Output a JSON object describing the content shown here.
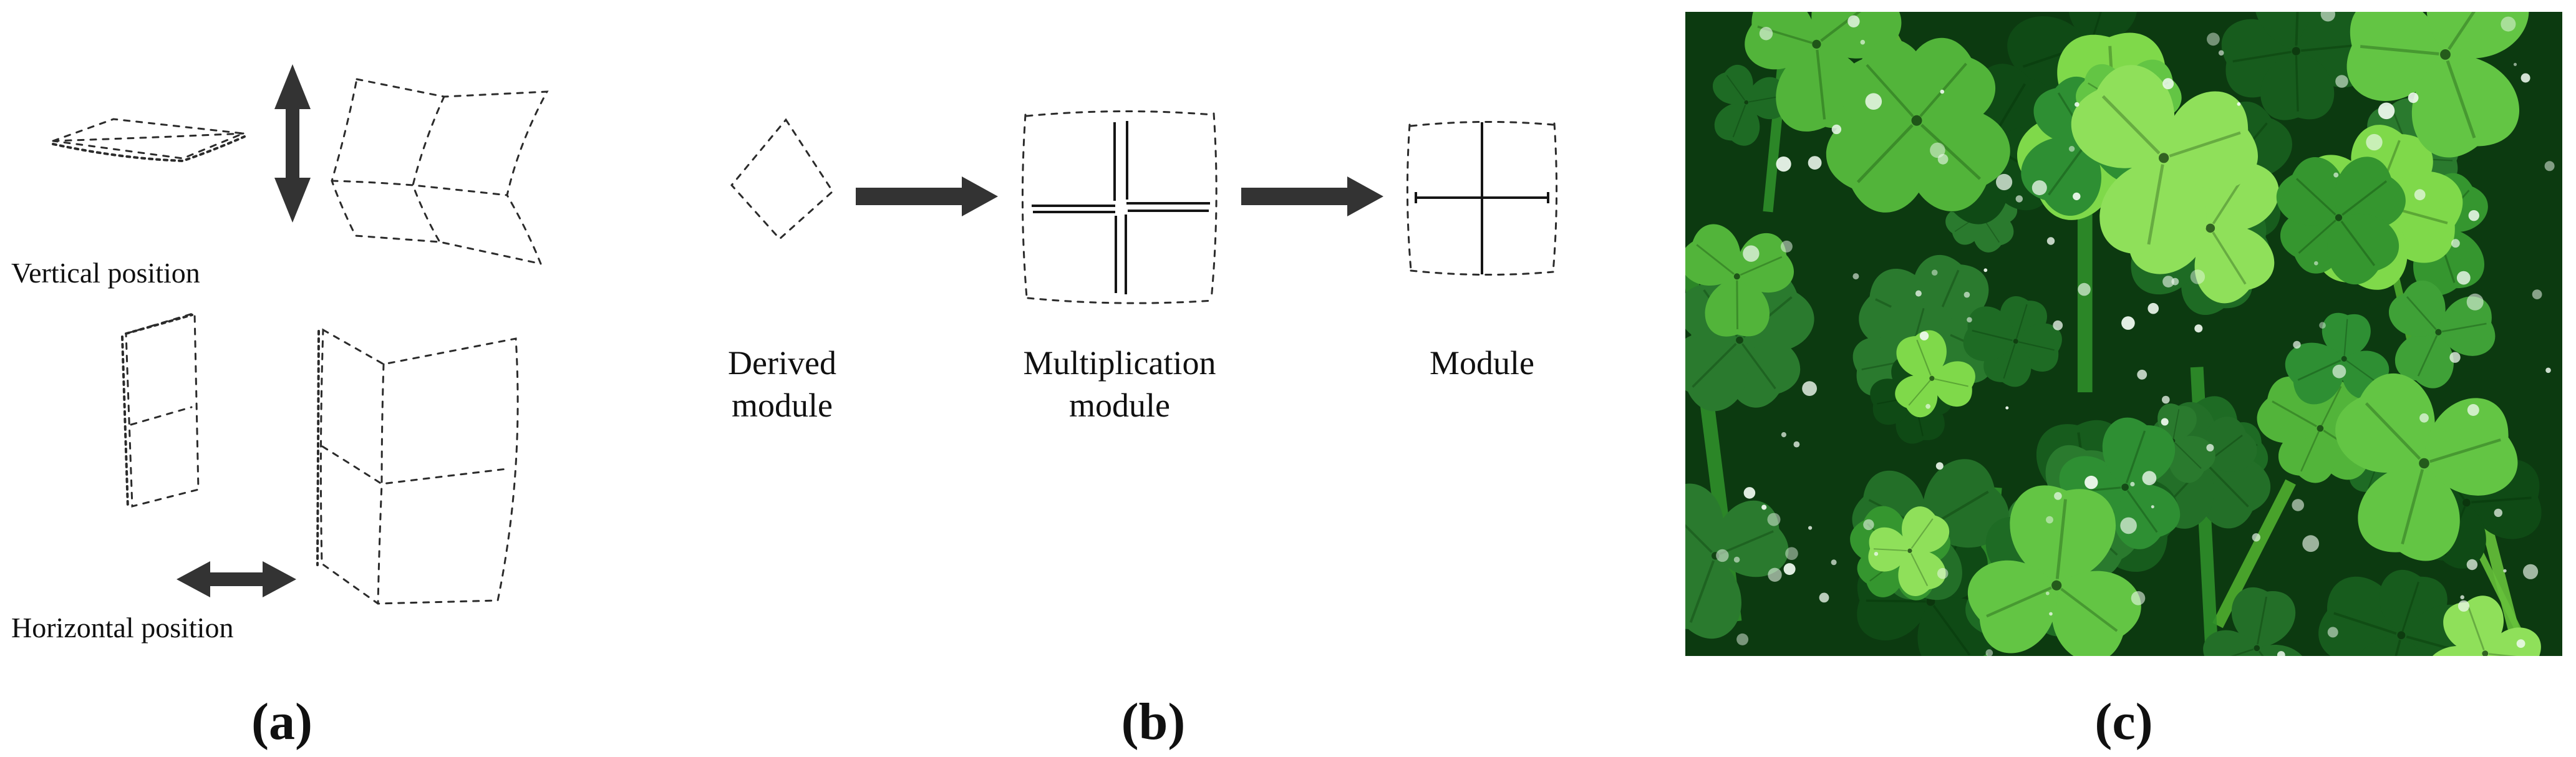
{
  "figure": {
    "colors": {
      "outline": "#2b2b2b",
      "arrow": "#333333",
      "text": "#101010"
    },
    "panel_a": {
      "label": "(a)",
      "caption_vertical": "Vertical position",
      "caption_horizontal": "Horizontal position"
    },
    "panel_b": {
      "label": "(b)",
      "derived_line1": "Derived",
      "derived_line2": "module",
      "mult_line1": "Multiplication",
      "mult_line2": "module",
      "module_label": "Module"
    },
    "panel_c": {
      "label": "(c)",
      "photo": {
        "background": "#0c3a10",
        "seed": 42,
        "dark_leaf_colors": [
          "#175c1d",
          "#1e6b24",
          "#0f4a15",
          "#236f28",
          "#2a7a2e"
        ],
        "bright_leaf_colors": [
          "#6ecb3c",
          "#52b43a",
          "#7fd94a",
          "#3fa137",
          "#2e8f33",
          "#63c544",
          "#8fe05a",
          "#35962f"
        ],
        "blade_colors": [
          "#4fae2f",
          "#66c13b",
          "#2f8f2a"
        ],
        "droplet_color": "#f0faf0",
        "dark_clover_count": 26,
        "bright_clover_count": 22,
        "droplet_count": 110,
        "blade_count": 10
      }
    }
  }
}
